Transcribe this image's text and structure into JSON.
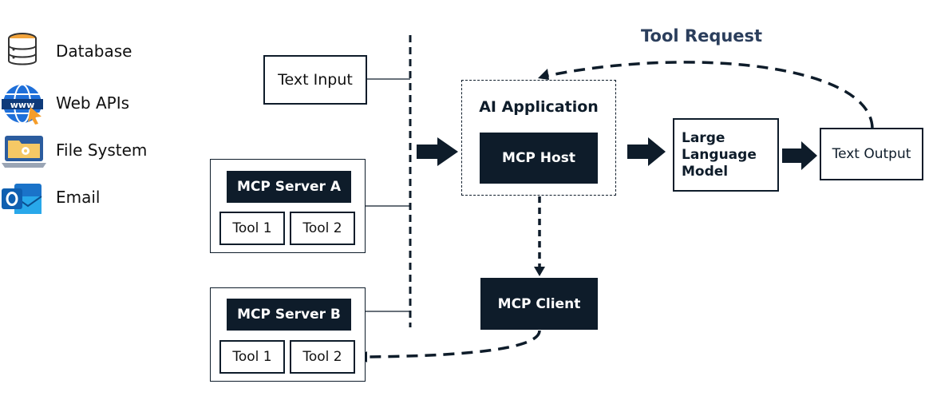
{
  "legend": {
    "items": [
      {
        "label": "Database",
        "icon": "database-icon"
      },
      {
        "label": "Web APIs",
        "icon": "globe-www-icon"
      },
      {
        "label": "File System",
        "icon": "folder-laptop-icon"
      },
      {
        "label": "Email",
        "icon": "outlook-icon"
      }
    ]
  },
  "inputs": {
    "text_input": "Text Input",
    "server_a": {
      "title": "MCP Server A",
      "tool1": "Tool 1",
      "tool2": "Tool 2"
    },
    "server_b": {
      "title": "MCP Server B",
      "tool1": "Tool 1",
      "tool2": "Tool 2"
    }
  },
  "app": {
    "title": "AI Application",
    "host": "MCP Host"
  },
  "llm": {
    "line1": "Large",
    "line2": "Language",
    "line3": "Model"
  },
  "text_output": "Text Output",
  "tool_request": "Tool Request",
  "mcp_client": "MCP Client",
  "colors": {
    "dark": "#0e1c2a",
    "accent": "#2b3e5c"
  }
}
